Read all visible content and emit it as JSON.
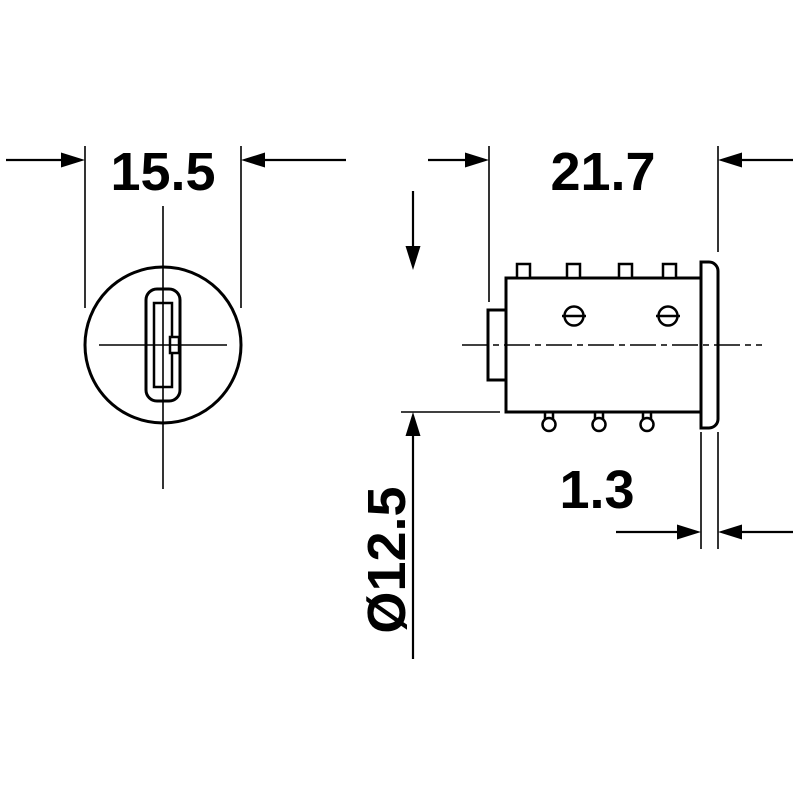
{
  "page": {
    "background": "#ffffff",
    "line_color": "#000000"
  },
  "drawing": {
    "type": "technical-dimension-drawing",
    "dimensions": {
      "front_width": "15.5",
      "overall_length": "21.7",
      "diameter": "Ø12.5",
      "flange_thickness": "1.3"
    }
  }
}
